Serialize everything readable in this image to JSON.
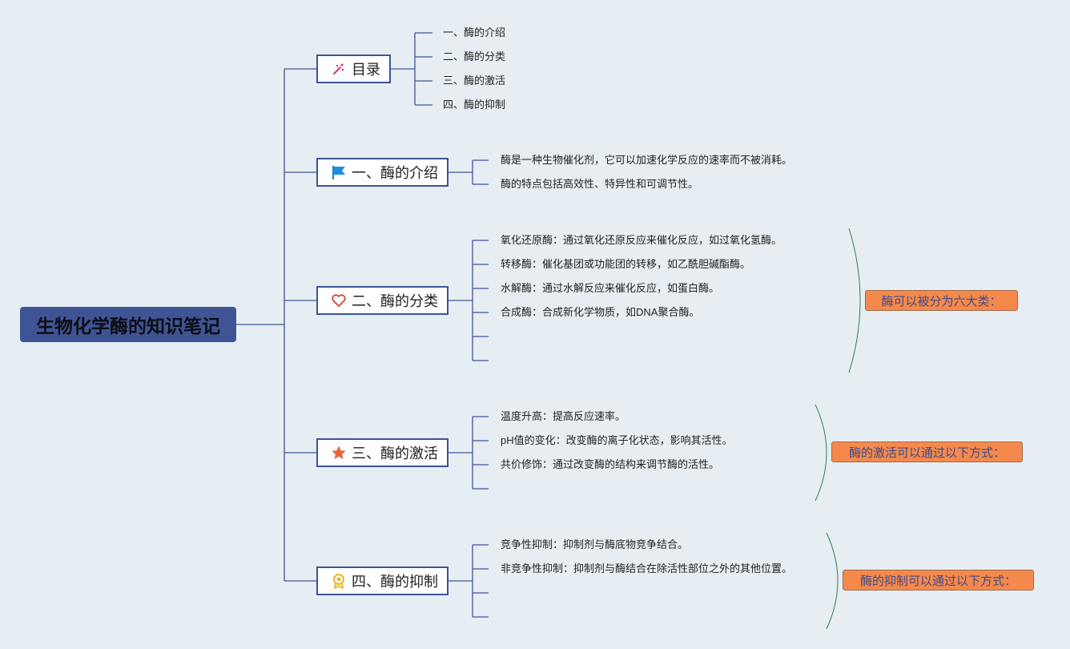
{
  "root": {
    "title": "生物化学酶的知识笔记"
  },
  "toc": {
    "label": "目录",
    "icon": "sparkle-wand-icon",
    "items": [
      "一、酶的介绍",
      "二、酶的分类",
      "三、酶的激活",
      "四、酶的抑制"
    ]
  },
  "intro": {
    "label": "一、酶的介绍",
    "icon": "blue-flag-icon",
    "items": [
      "酶是一种生物催化剂，它可以加速化学反应的速率而不被消耗。",
      "酶的特点包括高效性、特异性和可调节性。"
    ]
  },
  "classification": {
    "label": "二、酶的分类",
    "icon": "heart-outline-icon",
    "items": [
      "氧化还原酶：通过氧化还原反应来催化反应，如过氧化氢酶。",
      "转移酶：催化基团或功能团的转移，如乙酰胆碱酯酶。",
      "水解酶：通过水解反应来催化反应，如蛋白酶。",
      "合成酶：合成新化学物质，如DNA聚合酶。"
    ],
    "summary": "酶可以被分为六大类："
  },
  "activation": {
    "label": "三、酶的激活",
    "icon": "orange-star-icon",
    "items": [
      "温度升高：提高反应速率。",
      "pH值的变化：改变酶的离子化状态，影响其活性。",
      "共价修饰：通过改变酶的结构来调节酶的活性。"
    ],
    "summary": "酶的激活可以通过以下方式："
  },
  "inhibition": {
    "label": "四、酶的抑制",
    "icon": "award-medal-icon",
    "items": [
      "竞争性抑制：抑制剂与酶底物竞争结合。",
      "非竞争性抑制：抑制剂与酶结合在除活性部位之外的其他位置。"
    ],
    "summary": "酶的抑制可以通过以下方式："
  },
  "colors": {
    "connector": "#3f5495",
    "background": "#e6eef3",
    "summary_fill": "#f5894b",
    "brace": "#2e7d5e"
  }
}
